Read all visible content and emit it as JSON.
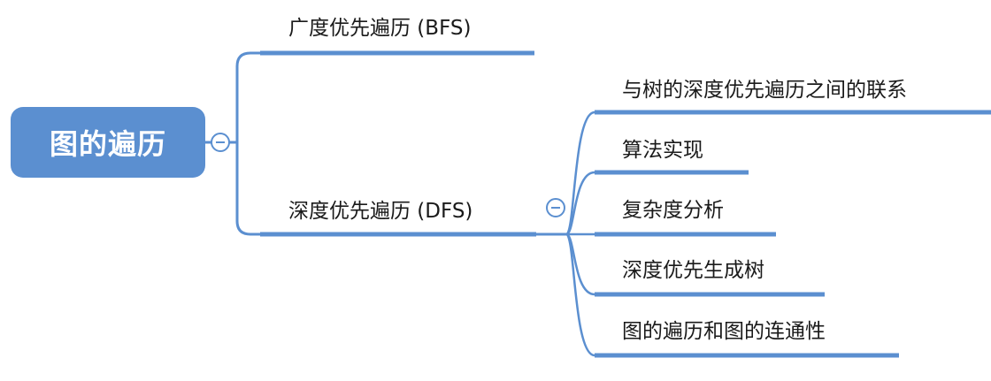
{
  "colors": {
    "accent": "#5b8fd0",
    "root_fill": "#5b8fd0",
    "root_text": "#ffffff",
    "topic_text": "#1a1a1a"
  },
  "root": {
    "label": "图的遍历"
  },
  "branches": [
    {
      "label": "广度优先遍历 (BFS)",
      "children": []
    },
    {
      "label": "深度优先遍历 (DFS)",
      "children": [
        {
          "label": "与树的深度优先遍历之间的联系"
        },
        {
          "label": "算法实现"
        },
        {
          "label": "复杂度分析"
        },
        {
          "label": "深度优先生成树"
        },
        {
          "label": "图的遍历和图的连通性"
        }
      ]
    }
  ],
  "icons": {
    "collapse": "minus-circle-icon"
  }
}
